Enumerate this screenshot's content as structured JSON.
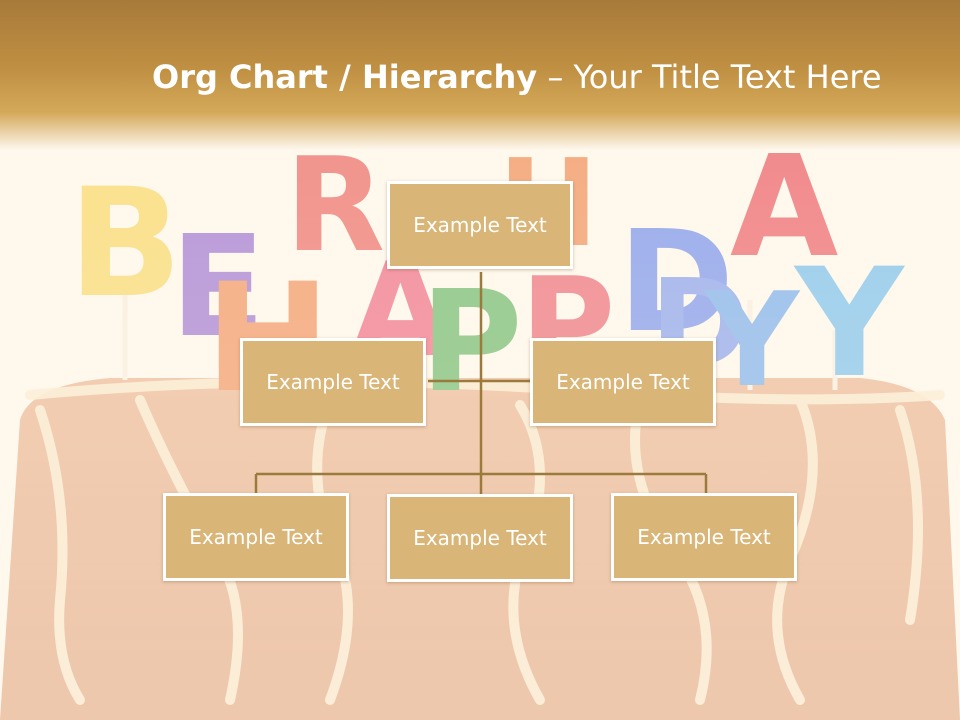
{
  "title": {
    "bold": "Org Chart / Hierarchy",
    "dash": " – ",
    "rest": "Your Title Text Here"
  },
  "nodes": {
    "root": "Example Text",
    "assistant_left": "Example Text",
    "assistant_right": "Example Text",
    "child_1": "Example Text",
    "child_2": "Example Text",
    "child_3": "Example Text"
  },
  "colors": {
    "title_band": "#bf8f42",
    "box_fill": "#d9b577",
    "connector": "#9c7a3c",
    "text": "#ffffff"
  }
}
